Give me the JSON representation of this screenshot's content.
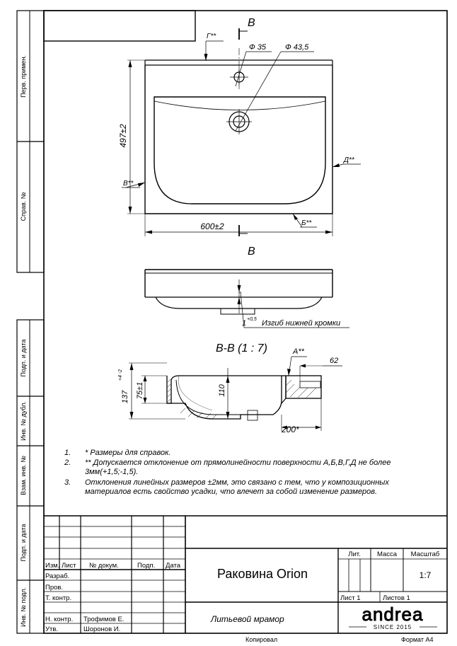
{
  "side_labels": {
    "perv_primen": "Перв. примен.",
    "sprav_no": "Справ. №",
    "podp_data_1": "Подп. и дата",
    "inv_dubl": "Инв. № дубл.",
    "vzam_inv": "Взам. инв. №",
    "podp_data_2": "Подп. и дата",
    "inv_podl": "Инв. № подл."
  },
  "top_view": {
    "section_letter_top": "B",
    "section_letter_bottom": "B",
    "surface_g": "Г**",
    "surface_d": "Д**",
    "surface_v": "В**",
    "surface_b": "Б**",
    "dia_small": "Ф 35",
    "dia_large": "Ф 43,5",
    "height_dim": "497±2",
    "width_dim": "600±2"
  },
  "side_view": {
    "bend_value": "1",
    "bend_tolerance": "+0,5",
    "bend_label": "Изгиб нижней кромки"
  },
  "section_view": {
    "title": "B-B (1 : 7)",
    "surface_a": "А**",
    "dim_62": "62",
    "dim_137": "137",
    "dim_137_tol": "+4 -2",
    "dim_75": "75±1",
    "dim_110": "110",
    "dim_200": "200*"
  },
  "notes": [
    {
      "num": "1.",
      "lines": [
        "*  Размеры для справок."
      ]
    },
    {
      "num": "2.",
      "lines": [
        "**  Допускается отклонение от прямолинейности поверхности А,Б,В,Г,Д не более",
        "3мм(+1,5;-1,5)."
      ]
    },
    {
      "num": "3.",
      "lines": [
        "Отклонения линейных размеров ±2мм, это связано с тем, что у композиционных",
        "материалов есть свойство усадки, что влечет за собой изменение размеров."
      ]
    }
  ],
  "title_block": {
    "col_izm": "Изм.",
    "col_list": "Лист",
    "col_dokum": "№ докум.",
    "col_podp": "Подп.",
    "col_data": "Дата",
    "row_razrab": "Разраб.",
    "row_prov": "Пров.",
    "row_tkontr": "Т. контр.",
    "row_nkontr": "Н. контр.",
    "row_utv": "Утв.",
    "nkontr_name": "Трофимов Е.",
    "utv_name": "Шоронов И.",
    "product_name": "Раковина Orion",
    "material": "Литьевой мрамор",
    "lit": "Лит.",
    "massa": "Масса",
    "masshtab": "Масштаб",
    "scale": "1:7",
    "list": "Лист 1",
    "listov": "Листов 1",
    "logo": "andrea",
    "logo_since": "SINCE 2015"
  },
  "footer": {
    "kopiroval": "Копировал",
    "format": "Формат А4"
  }
}
